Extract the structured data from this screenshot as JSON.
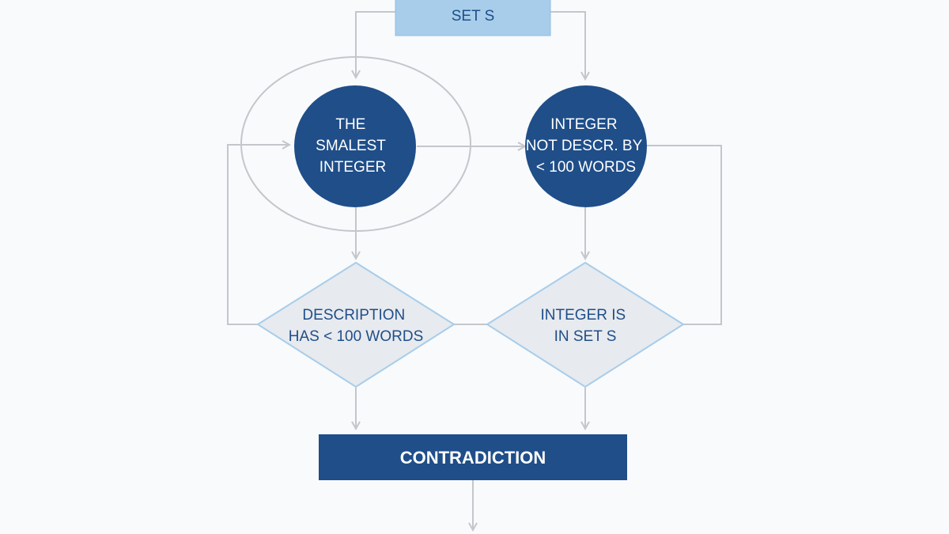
{
  "diagram": {
    "nodes": {
      "set_s": {
        "label": "SET S",
        "fill": "#a7cdea",
        "text_color": "#1f4e89"
      },
      "smallest_integer": {
        "lines": [
          "THE",
          "SMALEST",
          "INTEGER"
        ],
        "fill": "#1f4e89"
      },
      "not_described": {
        "lines": [
          "INTEGER",
          "NOT DESCR. BY",
          "< 100 WORDS"
        ],
        "fill": "#1f4e89"
      },
      "description_check": {
        "lines": [
          "DESCRIPTION",
          "HAS < 100 WORDS"
        ],
        "fill": "#e7eaee",
        "stroke": "#a7cdea"
      },
      "in_set_check": {
        "lines": [
          "INTEGER IS",
          "IN SET S"
        ],
        "fill": "#e7eaee",
        "stroke": "#a7cdea"
      },
      "contradiction": {
        "label": "CONTRADICTION",
        "fill": "#1f4e89"
      }
    },
    "edge_color": "#c3c7cc"
  }
}
